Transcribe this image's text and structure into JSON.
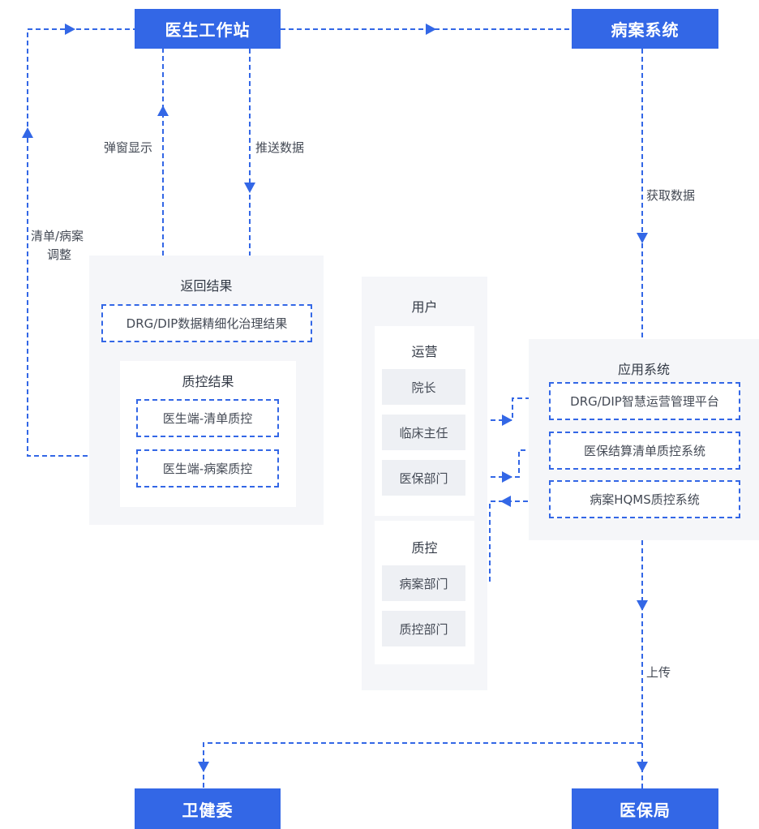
{
  "nodes": {
    "doctor_station": "医生工作站",
    "case_system": "病案系统",
    "health_commission": "卫健委",
    "medical_insurance_bureau": "医保局"
  },
  "edge_labels": {
    "popup_display": "弹窗显示",
    "push_data": "推送数据",
    "fetch_data": "获取数据",
    "list_case_adjust_line1": "清单/病案",
    "list_case_adjust_line2": "调整",
    "upload": "上传"
  },
  "return_results": {
    "title": "返回结果",
    "drg_dip_result": "DRG/DIP数据精细化治理结果",
    "qc_results": {
      "title": "质控结果",
      "items": [
        "医生端-清单质控",
        "医生端-病案质控"
      ]
    }
  },
  "users": {
    "title": "用户",
    "operations": {
      "title": "运营",
      "items": [
        "院长",
        "临床主任",
        "医保部门"
      ]
    },
    "quality_control": {
      "title": "质控",
      "items": [
        "病案部门",
        "质控部门"
      ]
    }
  },
  "app_systems": {
    "title": "应用系统",
    "items": [
      "DRG/DIP智慧运营管理平台",
      "医保结算清单质控系统",
      "病案HQMS质控系统"
    ]
  },
  "colors": {
    "primary": "#3367e6",
    "panel_bg": "#f5f6f9",
    "chip_bg": "#eef0f4"
  }
}
